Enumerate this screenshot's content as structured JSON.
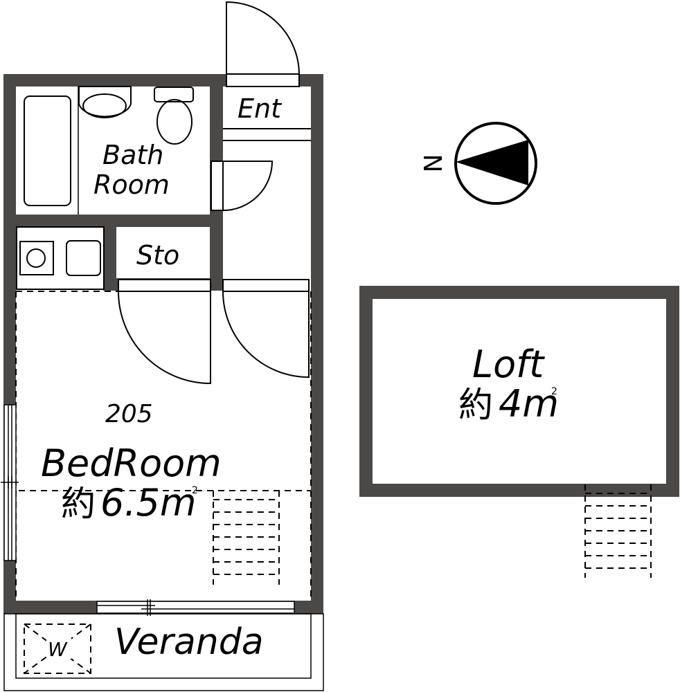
{
  "floorplan": {
    "unit_number": "205",
    "rooms": {
      "bath": {
        "line1": "Bath",
        "line2": "Room"
      },
      "entrance": {
        "label": "Ent"
      },
      "storage": {
        "label": "Sto"
      },
      "bedroom": {
        "label": "BedRoom",
        "area_prefix": "約",
        "area_value": "6.5m",
        "area_sup": "2"
      },
      "veranda": {
        "label": "Veranda"
      },
      "washer": {
        "label": "W"
      },
      "loft": {
        "label": "Loft",
        "area_prefix": "約",
        "area_value": "4m",
        "area_sup": "2"
      }
    },
    "compass": {
      "label": "N",
      "direction": "left"
    },
    "colors": {
      "wall": "#4a4948",
      "line": "#000000",
      "background": "#ffffff"
    }
  }
}
